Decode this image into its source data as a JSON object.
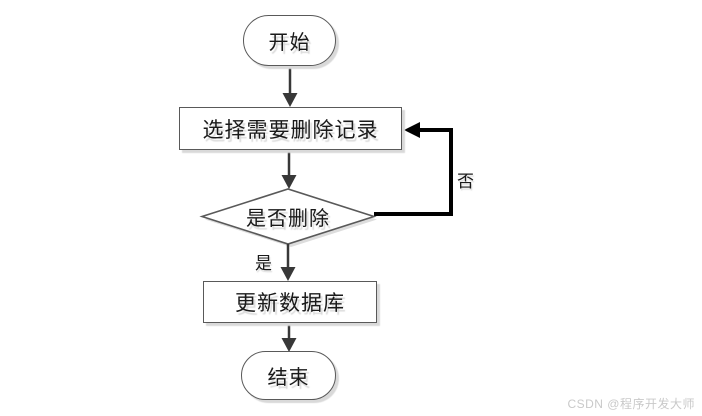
{
  "diagram": {
    "type": "flowchart",
    "nodes": {
      "start": {
        "label": "开始",
        "shape": "terminator"
      },
      "select": {
        "label": "选择需要删除记录",
        "shape": "process"
      },
      "decision": {
        "label": "是否删除",
        "shape": "decision"
      },
      "update": {
        "label": "更新数据库",
        "shape": "process"
      },
      "end": {
        "label": "结束",
        "shape": "terminator"
      }
    },
    "edges": [
      {
        "from": "start",
        "to": "select",
        "label": ""
      },
      {
        "from": "select",
        "to": "decision",
        "label": ""
      },
      {
        "from": "decision",
        "to": "update",
        "label": "是"
      },
      {
        "from": "decision",
        "to": "select",
        "label": "否"
      },
      {
        "from": "update",
        "to": "end",
        "label": ""
      }
    ],
    "edge_labels": {
      "yes": "是",
      "no": "否"
    }
  },
  "watermark": "CSDN @程序开发大师",
  "colors": {
    "background": "#ffffff",
    "shape_border": "#595959",
    "shape_fill": "#ffffff",
    "arrow": "#383838",
    "loop_arrow": "#000000",
    "shadow": "#d9d9d9",
    "text": "#1a1a1a",
    "watermark": "#c9c9c9"
  }
}
